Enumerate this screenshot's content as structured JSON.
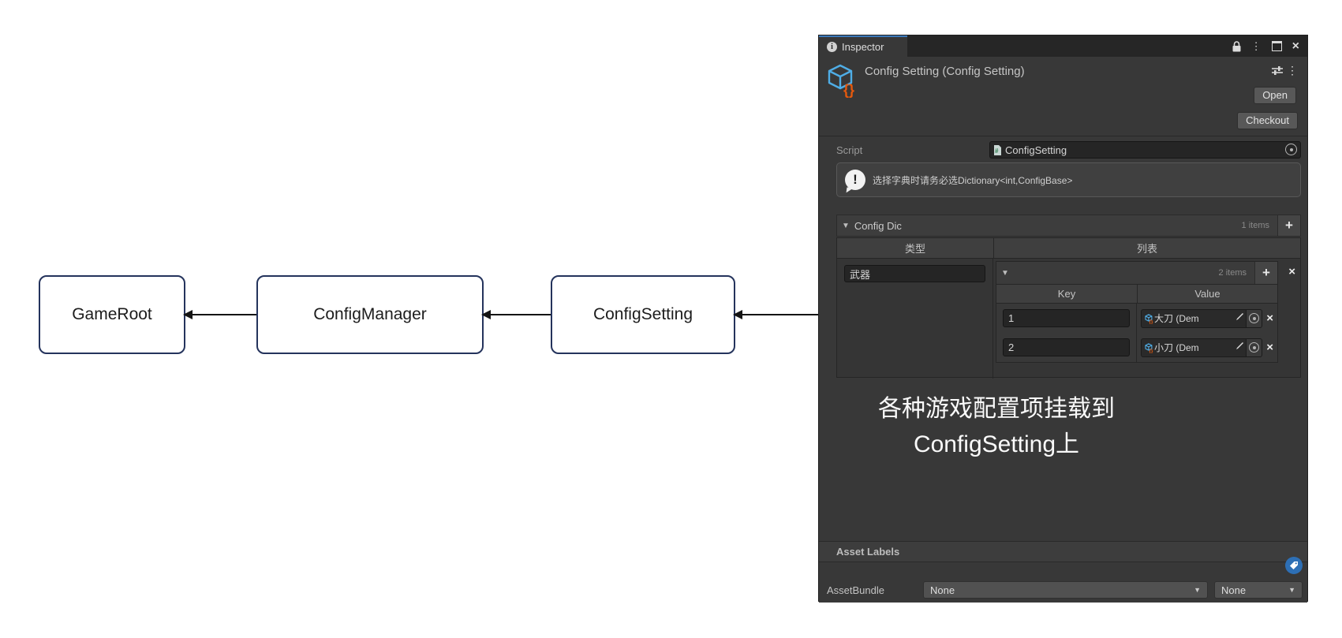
{
  "diagram": {
    "nodes": [
      {
        "label": "GameRoot"
      },
      {
        "label": "ConfigManager"
      },
      {
        "label": "ConfigSetting"
      }
    ]
  },
  "inspector": {
    "tab_title": "Inspector",
    "title": "Config Setting (Config Setting)",
    "open_button": "Open",
    "checkout_button": "Checkout",
    "script_row": {
      "label": "Script",
      "value": "ConfigSetting"
    },
    "warning_text": "选择字典时请务必选Dictionary<int,ConfigBase>",
    "config_dic": {
      "label": "Config Dic",
      "items_count": "1 items",
      "col_type": "类型",
      "col_list": "列表",
      "type_value": "武器",
      "nested": {
        "items_count": "2 items",
        "col_key": "Key",
        "col_value": "Value",
        "rows": [
          {
            "key": "1",
            "value": "大刀 (Dem"
          },
          {
            "key": "2",
            "value": "小刀 (Dem"
          }
        ]
      }
    },
    "note_line1": "各种游戏配置项挂载到",
    "note_line2": "ConfigSetting上",
    "asset_labels_header": "Asset Labels",
    "assetbundle": {
      "label": "AssetBundle",
      "value1": "None",
      "value2": "None"
    }
  },
  "icons": {
    "info": "i",
    "kebab": "⋮",
    "close": "×",
    "foldout": "▼",
    "add": "+",
    "exclaim": "!",
    "braces": "{}",
    "dropdown_arrow": "▼"
  },
  "colors": {
    "accent_blue": "#3b79bb",
    "tag_blue": "#2d6fb5",
    "icon_blue": "#4fade6",
    "icon_orange": "#e8590c",
    "node_border": "#24335c"
  }
}
